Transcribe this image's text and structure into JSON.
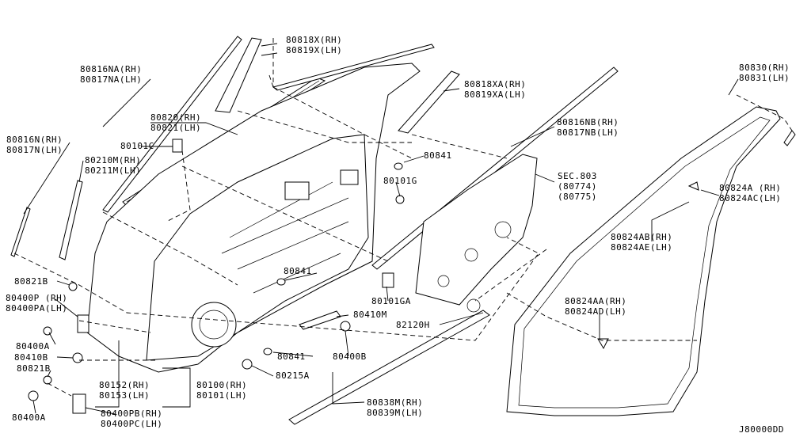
{
  "diagram_id": "J80000DD",
  "labels": {
    "l_80818X": "80818X(RH)",
    "l_80819X": "80819X(LH)",
    "l_80816NA": "80816NA(RH)",
    "l_80817NA": "80817NA(LH)",
    "l_80818XA": "80818XA(RH)",
    "l_80819XA": "80819XA(LH)",
    "l_80830": "80830(RH)",
    "l_80831": "80831(LH)",
    "l_80820": "80820(RH)",
    "l_80821": "80821(LH)",
    "l_80816NB": "80816NB(RH)",
    "l_80817NB": "80817NB(LH)",
    "l_80816N": "80816N(RH)",
    "l_80817N": "80817N(LH)",
    "l_80101C": "80101C",
    "l_80841a": "80841",
    "l_80210M": "80210M(RH)",
    "l_80211M": "80211M(LH)",
    "l_80101G": "80101G",
    "l_sec1": "SEC.803",
    "l_sec2": "(80774)",
    "l_sec3": "(80775)",
    "l_80824A": "80824A (RH)",
    "l_80824AC": "80824AC(LH)",
    "l_80824AB": "80824AB(RH)",
    "l_80824AE": "80824AE(LH)",
    "l_80821B_a": "80821B",
    "l_80841b": "80841",
    "l_80101GA": "80101GA",
    "l_80400P": "80400P (RH)",
    "l_80400PA": "80400PA(LH)",
    "l_80410M": "80410M",
    "l_80824AA": "80824AA(RH)",
    "l_80824AD": "80824AD(LH)",
    "l_82120H": "82120H",
    "l_80400A_a": "80400A",
    "l_80410B": "80410B",
    "l_80841c": "80841",
    "l_80400B": "80400B",
    "l_80821B_b": "80821B",
    "l_80215A": "80215A",
    "l_80152": "80152(RH)",
    "l_80153": "80153(LH)",
    "l_80100": "80100(RH)",
    "l_80101": "80101(LH)",
    "l_80838M": "80838M(RH)",
    "l_80839M": "80839M(LH)",
    "l_80400A_b": "80400A",
    "l_80400PB": "80400PB(RH)",
    "l_80400PC": "80400PC(LH)"
  }
}
